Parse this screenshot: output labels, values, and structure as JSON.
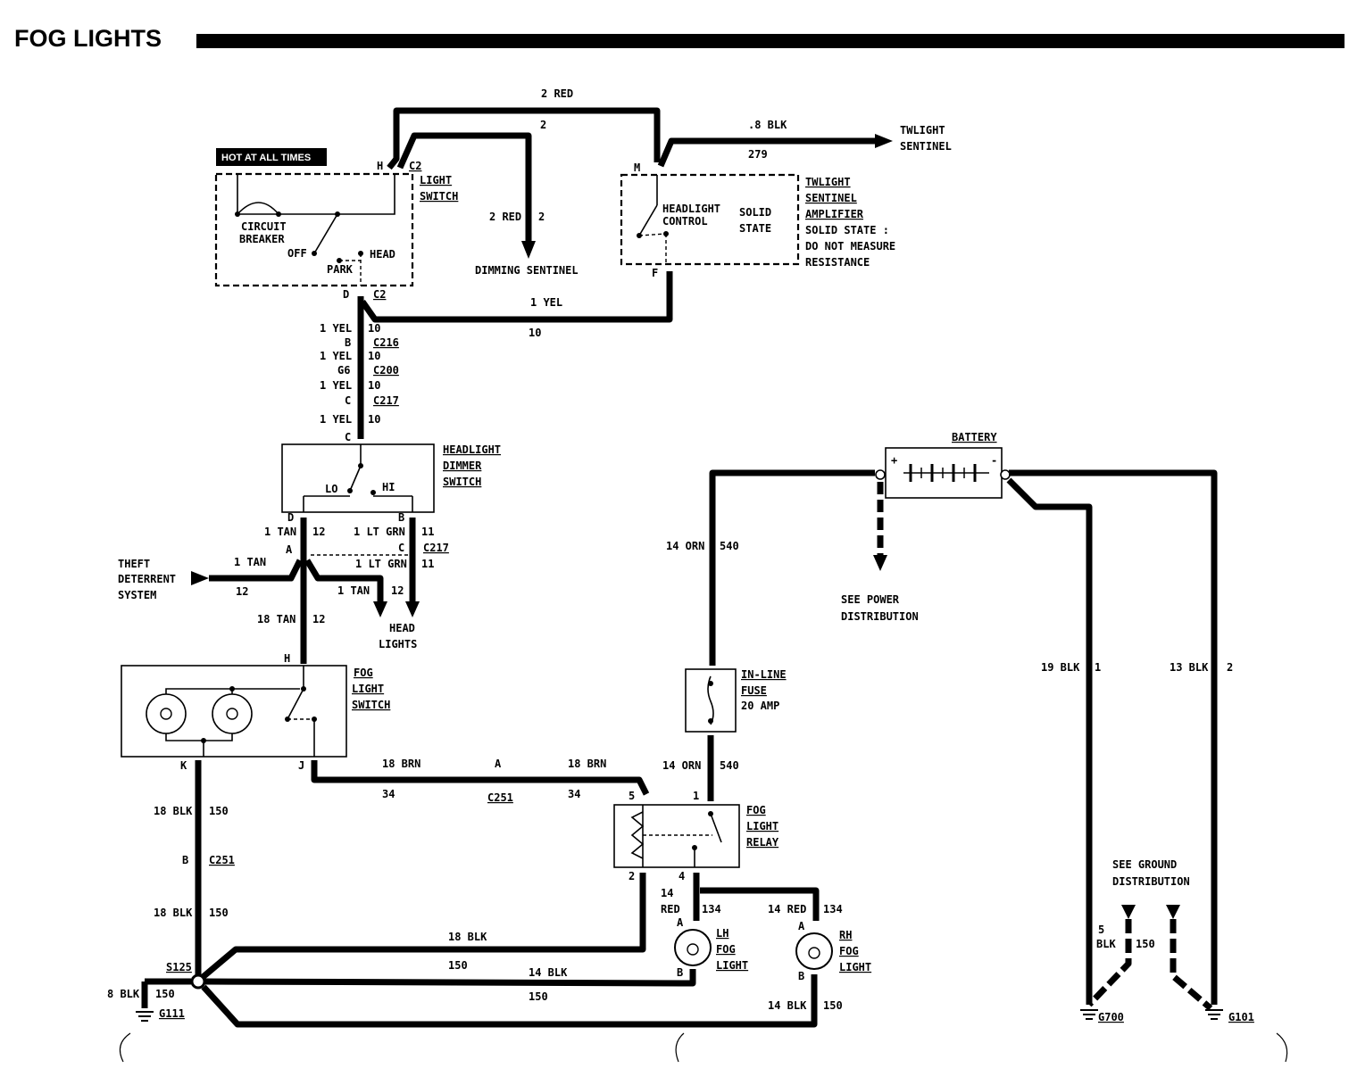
{
  "title": "FOG LIGHTS",
  "components": {
    "light_switch": {
      "label1": "LIGHT",
      "label2": "SWITCH",
      "badge": "HOT AT ALL TIMES",
      "cb1": "CIRCUIT",
      "cb2": "BREAKER",
      "off": "OFF",
      "park": "PARK",
      "head": "HEAD",
      "pin_h": "H",
      "conn_top": "C2",
      "pin_d": "D",
      "conn_bot": "C2"
    },
    "twilight_amp": {
      "label1": "TWLIGHT",
      "label2": "SENTINEL",
      "label3": "AMPLIFIER",
      "note1": "SOLID STATE :",
      "note2": "DO NOT MEASURE",
      "note3": "RESISTANCE",
      "inner1": "HEADLIGHT",
      "inner2": "CONTROL",
      "solid1": "SOLID",
      "solid2": "STATE",
      "pin_m": "M",
      "pin_f": "F"
    },
    "twilight_sentinel": {
      "line1": "TWLIGHT",
      "line2": "SENTINEL"
    },
    "dimming_sentinel": "DIMMING SENTINEL",
    "dimmer_switch": {
      "label1": "HEADLIGHT",
      "label2": "DIMMER",
      "label3": "SWITCH",
      "lo": "LO",
      "hi": "HI",
      "pin_c": "C",
      "pin_d": "D",
      "pin_b": "B"
    },
    "theft": {
      "line1": "THEFT",
      "line2": "DETERRENT",
      "line3": "SYSTEM"
    },
    "head_lights": {
      "line1": "HEAD",
      "line2": "LIGHTS"
    },
    "fog_switch": {
      "label1": "FOG",
      "label2": "LIGHT",
      "label3": "SWITCH",
      "pin_h": "H",
      "pin_k": "K",
      "pin_j": "J"
    },
    "battery": {
      "label": "BATTERY",
      "plus": "+",
      "minus": "-"
    },
    "power_dist": {
      "line1": "SEE POWER",
      "line2": "DISTRIBUTION"
    },
    "fuse": {
      "label1": "IN-LINE",
      "label2": "FUSE",
      "rating": "20 AMP"
    },
    "relay": {
      "label1": "FOG",
      "label2": "LIGHT",
      "label3": "RELAY",
      "pin5": "5",
      "pin1": "1",
      "pin2": "2",
      "pin4": "4"
    },
    "lh_fog": {
      "label1": "LH",
      "label2": "FOG",
      "label3": "LIGHT",
      "pin_a": "A",
      "pin_b": "B"
    },
    "rh_fog": {
      "label1": "RH",
      "label2": "FOG",
      "label3": "LIGHT",
      "pin_a": "A",
      "pin_b": "B"
    },
    "ground_dist": {
      "line1": "SEE GROUND",
      "line2": "DISTRIBUTION"
    },
    "grounds": {
      "g111": "G111",
      "g700": "G700",
      "g101": "G101",
      "s125": "S125"
    }
  },
  "wires": {
    "red2_top": "2 RED",
    "red2_top_num": "2",
    "red2_side": "2 RED",
    "red2_side_num": "2",
    "blk8": ".8 BLK",
    "blk8_num": "279",
    "yel_top": "1 YEL",
    "yel_top_num": "10",
    "seg1": {
      "label": "1 YEL",
      "num": "10",
      "pin": "B",
      "conn": "C216"
    },
    "seg2": {
      "label": "1 YEL",
      "num": "10",
      "pin": "G6",
      "conn": "C200"
    },
    "seg3": {
      "label": "1 YEL",
      "num": "10",
      "pin": "C",
      "conn": "C217"
    },
    "seg4": {
      "label": "1 YEL",
      "num": "10"
    },
    "tan_d": "1 TAN",
    "tan_d_num": "12",
    "grn_b": "1 LT GRN",
    "grn_b_num": "11",
    "pin_a": "A",
    "pin_c": "C",
    "conn_c217": "C217",
    "grn_c": "1 LT GRN",
    "grn_c_num": "11",
    "tan_theft": "1 TAN",
    "tan_theft_num": "12",
    "tan_head": "1 TAN",
    "tan_head_num": "12",
    "tan18": "18 TAN",
    "tan18_num": "12",
    "brn_l": "18 BRN",
    "brn_l_num": "34",
    "brn_pin": "A",
    "brn_conn": "C251",
    "brn_r": "18 BRN",
    "brn_r_num": "34",
    "orn_top": "14 ORN",
    "orn_top_num": "540",
    "orn_bot": "14 ORN",
    "orn_bot_num": "540",
    "blk_k1": "18 BLK",
    "blk_k1_num": "150",
    "blk_pin": "B",
    "blk_conn": "C251",
    "blk_k2": "18 BLK",
    "blk_k2_num": "150",
    "red_lh1": "14",
    "red_lh2": "RED",
    "red_lh_num": "134",
    "red_rh": "14 RED",
    "red_rh_num": "134",
    "blk18_ret": "18 BLK",
    "blk18_ret_num": "150",
    "blk14_lh": "14 BLK",
    "blk14_lh_num": "150",
    "blk14_rh": "14 BLK",
    "blk14_rh_num": "150",
    "blk8_gnd": "8 BLK",
    "blk8_gnd_num": "150",
    "blk19": "19 BLK",
    "blk19_num": "1",
    "blk13": "13 BLK",
    "blk13_num": "2",
    "blk5a": "5",
    "blk5b": "BLK",
    "blk5_num": "150"
  }
}
